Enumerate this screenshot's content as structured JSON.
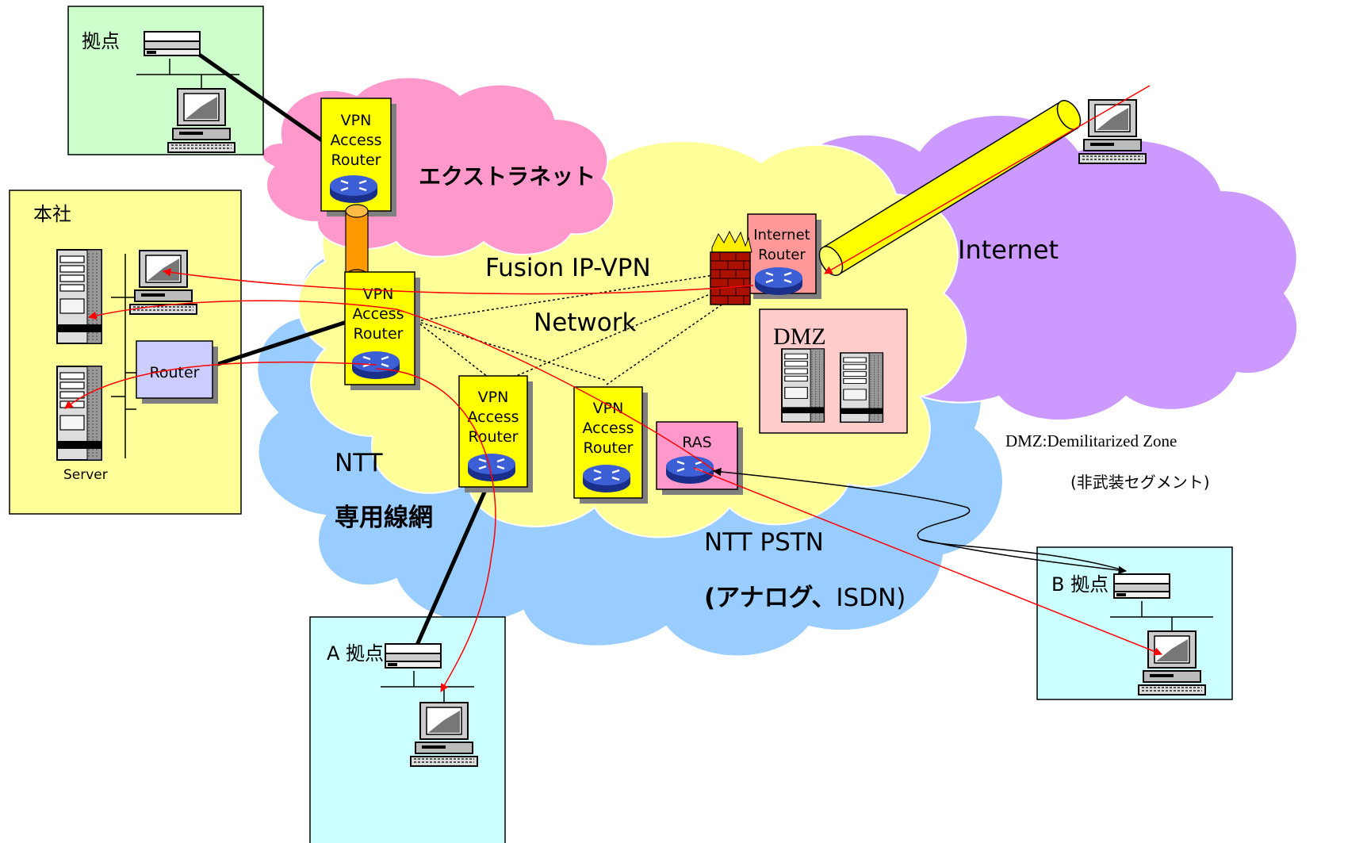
{
  "clouds": {
    "extranet": "エクストラネット",
    "fusion_line1": "Fusion IP-VPN",
    "fusion_line2": "Network",
    "internet": "Internet",
    "ntt_line1": "NTT",
    "ntt_line2": "専用線網",
    "pstn_line1": "NTT PSTN",
    "pstn_line2_bold": "(アナログ、",
    "pstn_line2_rest": "ISDN)"
  },
  "sites": {
    "kyoten_top": "拠点",
    "honsha": "本社",
    "site_a": "A 拠点",
    "site_b": "B 拠点"
  },
  "devices": {
    "vpn_router_line1": "VPN",
    "vpn_router_line2": "Access",
    "vpn_router_line3": "Router",
    "internet_router_line1": "Internet",
    "internet_router_line2": "Router",
    "router": "Router",
    "ras": "RAS",
    "server": "Server",
    "dmz": "DMZ"
  },
  "notes": {
    "dmz_definition": "DMZ:Demilitarized Zone",
    "dmz_japanese": "(非武装セグメント)"
  },
  "colors": {
    "fusion_cloud": "#ffff99",
    "extranet_cloud": "#ff99cc",
    "internet_cloud": "#cc99ff",
    "ntt_cloud": "#99ccff",
    "site_green": "#ccffcc",
    "site_yellow": "#ffff99",
    "site_cyan": "#ccffff",
    "vpn_router_box": "#ffff00",
    "router_pink": "#ff9999",
    "ras_pink": "#ff99cc",
    "router_lavender": "#ccccff",
    "tunnel_yellow": "#ffff00",
    "tunnel_orange": "#ff9900",
    "traffic_red": "#ff0000"
  }
}
